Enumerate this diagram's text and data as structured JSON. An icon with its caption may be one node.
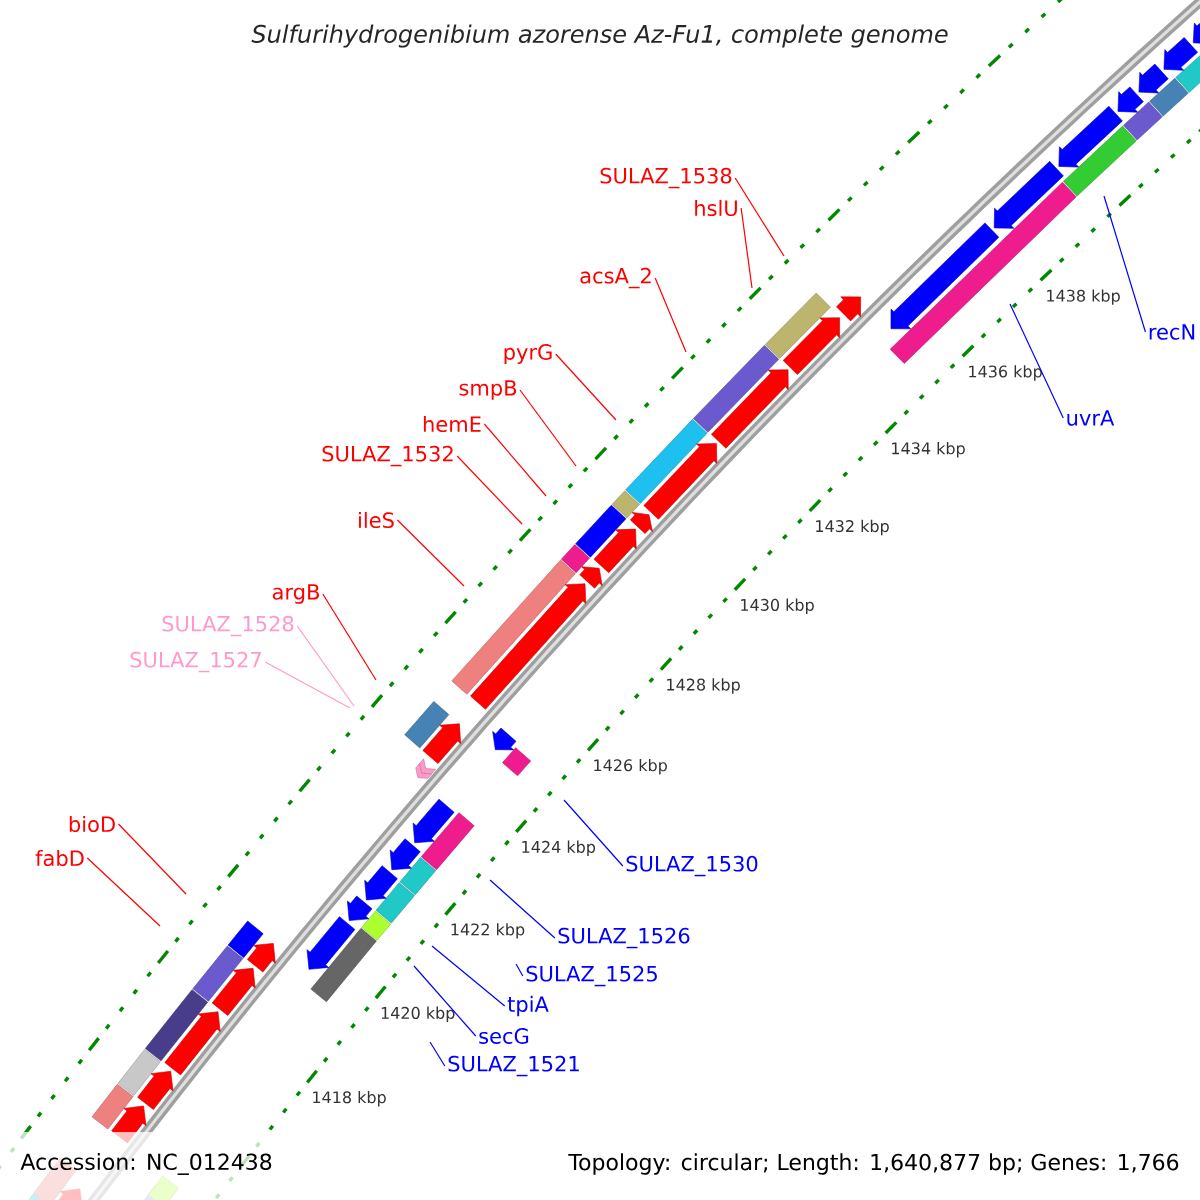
{
  "diagram": {
    "title": "Sulfurihydrogenibium azorense Az-Fu1, complete genome",
    "nodes": [
      {
        "text": [
          "SULAZ_1538"
        ]
      },
      {
        "text": [
          "hslU"
        ]
      },
      {
        "text": [
          "acsA_2"
        ]
      },
      {
        "text": [
          "recN"
        ]
      },
      {
        "text": [
          "pyrG"
        ]
      },
      {
        "text": [
          "smpB"
        ]
      },
      {
        "text": [
          "uvrA"
        ]
      },
      {
        "text": [
          "hemE"
        ]
      },
      {
        "text": [
          "SULAZ_1532"
        ]
      },
      {
        "text": [
          "ileS"
        ]
      },
      {
        "text": [
          "argB"
        ]
      },
      {
        "text": [
          "SULAZ_1528"
        ]
      },
      {
        "text": [
          "SULAZ_1527"
        ]
      },
      {
        "text": [
          "bioD"
        ]
      },
      {
        "text": [
          "fabD"
        ]
      },
      {
        "text": [
          "SULAZ_1530"
        ]
      },
      {
        "text": [
          "SULAZ_1526"
        ]
      },
      {
        "text": [
          "SULAZ_1525"
        ]
      },
      {
        "text": [
          "tpiA"
        ]
      },
      {
        "text": [
          "secG"
        ]
      },
      {
        "text": [
          "SULAZ_1521"
        ]
      }
    ],
    "edges": [
      {
        "from": 0,
        "to": null,
        "arrow": "none"
      },
      {
        "from": 1,
        "to": null,
        "arrow": "none"
      },
      {
        "from": 2,
        "to": null,
        "arrow": "none"
      },
      {
        "from": 3,
        "to": null,
        "arrow": "none",
        "color": "#0000ff"
      },
      {
        "from": 4,
        "to": null,
        "arrow": "none"
      },
      {
        "from": 5,
        "to": null,
        "arrow": "none"
      },
      {
        "from": 6,
        "to": null,
        "arrow": "none",
        "color": "#0000ff"
      },
      {
        "from": 7,
        "to": null,
        "arrow": "none"
      },
      {
        "from": 8,
        "to": null,
        "arrow": "none"
      },
      {
        "from": 9,
        "to": null,
        "arrow": "none"
      },
      {
        "from": 10,
        "to": null,
        "arrow": "none"
      },
      {
        "from": 11,
        "to": null,
        "arrow": "none",
        "color": "#ff99cc"
      },
      {
        "from": 12,
        "to": null,
        "arrow": "none",
        "color": "#ff99cc"
      },
      {
        "from": 13,
        "to": null,
        "arrow": "none"
      },
      {
        "from": 14,
        "to": null,
        "arrow": "none"
      },
      {
        "from": 15,
        "to": null,
        "arrow": "none",
        "color": "#0000ff"
      },
      {
        "from": 16,
        "to": null,
        "arrow": "none",
        "color": "#0000ff"
      },
      {
        "from": 17,
        "to": null,
        "arrow": "none",
        "color": "#0000ff"
      },
      {
        "from": 18,
        "to": null,
        "arrow": "none",
        "color": "#0000ff"
      },
      {
        "from": 19,
        "to": null,
        "arrow": "none",
        "color": "#0000ff"
      },
      {
        "from": 20,
        "to": null,
        "arrow": "none",
        "color": "#0000ff"
      }
    ],
    "labels": [
      "1418 kbp",
      "1420 kbp",
      "1422 kbp",
      "1424 kbp",
      "1426 kbp",
      "1428 kbp",
      "1430 kbp",
      "1432 kbp",
      "1434 kbp",
      "1436 kbp",
      "1438 kbp",
      "Accession: NC_012438",
      "Topology: circular; Length: 1,640,877 bp; Genes: 1,766"
    ]
  }
}
